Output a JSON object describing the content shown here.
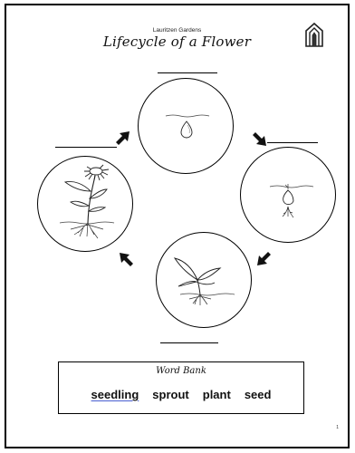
{
  "header": {
    "organization": "Lauritzen Gardens",
    "title": "Lifecycle of a Flower",
    "logo_icon": "lauritzen-gardens-logo"
  },
  "stages": [
    {
      "position": "top",
      "illustration": "seed-icon",
      "answer": ""
    },
    {
      "position": "right",
      "illustration": "sprout-icon",
      "answer": ""
    },
    {
      "position": "bottom",
      "illustration": "seedling-icon",
      "answer": ""
    },
    {
      "position": "left",
      "illustration": "plant-icon",
      "answer": ""
    }
  ],
  "arrows": [
    "arrow-down-right-icon",
    "arrow-down-left-icon",
    "arrow-up-left-icon",
    "arrow-up-right-icon"
  ],
  "word_bank": {
    "title": "Word Bank",
    "words": [
      "seedling",
      "sprout",
      "plant",
      "seed"
    ]
  },
  "footer": {
    "page_number": "1"
  }
}
